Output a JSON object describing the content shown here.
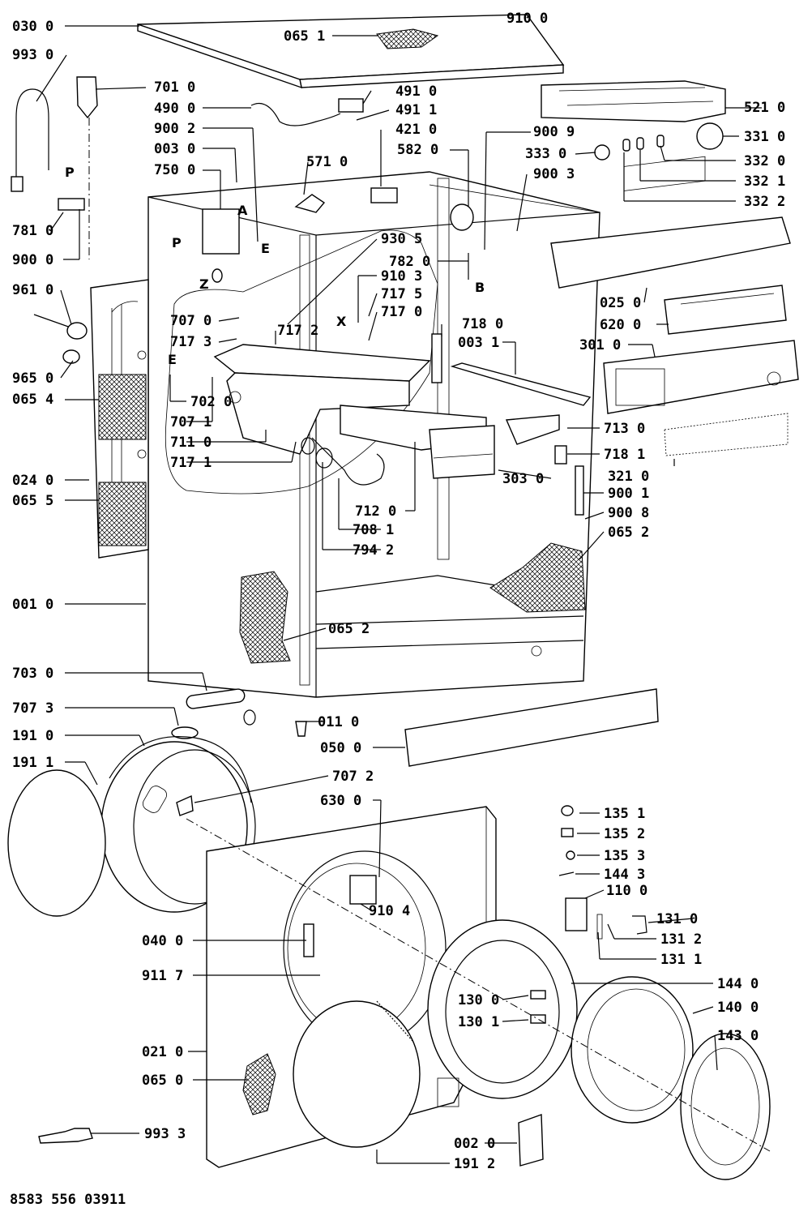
{
  "labels": [
    {
      "id": "030_0",
      "text": "030 0"
    },
    {
      "id": "993_0",
      "text": "993 0"
    },
    {
      "id": "065_1",
      "text": "065 1"
    },
    {
      "id": "910_0",
      "text": "910 0"
    },
    {
      "id": "701_0",
      "text": "701 0"
    },
    {
      "id": "490_0",
      "text": "490 0"
    },
    {
      "id": "900_2",
      "text": "900 2"
    },
    {
      "id": "003_0",
      "text": "003 0"
    },
    {
      "id": "750_0",
      "text": "750 0"
    },
    {
      "id": "571_0",
      "text": "571 0"
    },
    {
      "id": "491_0",
      "text": "491 0"
    },
    {
      "id": "491_1",
      "text": "491 1"
    },
    {
      "id": "421_0",
      "text": "421 0"
    },
    {
      "id": "582_0",
      "text": "582 0"
    },
    {
      "id": "900_9",
      "text": "900 9"
    },
    {
      "id": "521_0",
      "text": "521 0"
    },
    {
      "id": "331_0",
      "text": "331 0"
    },
    {
      "id": "333_0",
      "text": "333 0"
    },
    {
      "id": "332_0",
      "text": "332 0"
    },
    {
      "id": "900_3",
      "text": "900 3"
    },
    {
      "id": "332_1",
      "text": "332 1"
    },
    {
      "id": "332_2",
      "text": "332 2"
    },
    {
      "id": "781_0",
      "text": "781 0"
    },
    {
      "id": "900_0",
      "text": "900 0"
    },
    {
      "id": "930_5",
      "text": "930 5"
    },
    {
      "id": "782_0",
      "text": "782 0"
    },
    {
      "id": "910_3",
      "text": "910 3"
    },
    {
      "id": "717_5",
      "text": "717 5"
    },
    {
      "id": "717_0",
      "text": "717 0"
    },
    {
      "id": "961_0",
      "text": "961 0"
    },
    {
      "id": "707_0",
      "text": "707 0"
    },
    {
      "id": "717_3",
      "text": "717 3"
    },
    {
      "id": "717_2",
      "text": "717 2"
    },
    {
      "id": "718_0",
      "text": "718 0"
    },
    {
      "id": "003_1",
      "text": "003 1"
    },
    {
      "id": "025_0",
      "text": "025 0"
    },
    {
      "id": "620_0",
      "text": "620 0"
    },
    {
      "id": "301_0",
      "text": "301 0"
    },
    {
      "id": "965_0",
      "text": "965 0"
    },
    {
      "id": "065_4",
      "text": "065 4"
    },
    {
      "id": "702_0",
      "text": "702 0"
    },
    {
      "id": "707_1",
      "text": "707 1"
    },
    {
      "id": "711_0",
      "text": "711 0"
    },
    {
      "id": "717_1",
      "text": "717 1"
    },
    {
      "id": "713_0",
      "text": "713 0"
    },
    {
      "id": "718_1",
      "text": "718 1"
    },
    {
      "id": "024_0",
      "text": "024 0"
    },
    {
      "id": "065_5",
      "text": "065 5"
    },
    {
      "id": "303_0",
      "text": "303 0"
    },
    {
      "id": "321_0",
      "text": "321 0"
    },
    {
      "id": "900_1",
      "text": "900 1"
    },
    {
      "id": "900_8",
      "text": "900 8"
    },
    {
      "id": "712_0",
      "text": "712 0"
    },
    {
      "id": "065_2a",
      "text": "065 2"
    },
    {
      "id": "708_1",
      "text": "708 1"
    },
    {
      "id": "794_2",
      "text": "794 2"
    },
    {
      "id": "001_0",
      "text": "001 0"
    },
    {
      "id": "065_2b",
      "text": "065 2"
    },
    {
      "id": "703_0",
      "text": "703 0"
    },
    {
      "id": "707_3",
      "text": "707 3"
    },
    {
      "id": "011_0",
      "text": "011 0"
    },
    {
      "id": "191_0",
      "text": "191 0"
    },
    {
      "id": "050_0",
      "text": "050 0"
    },
    {
      "id": "191_1",
      "text": "191 1"
    },
    {
      "id": "707_2",
      "text": "707 2"
    },
    {
      "id": "630_0",
      "text": "630 0"
    },
    {
      "id": "135_1",
      "text": "135 1"
    },
    {
      "id": "135_2",
      "text": "135 2"
    },
    {
      "id": "135_3",
      "text": "135 3"
    },
    {
      "id": "144_3",
      "text": "144 3"
    },
    {
      "id": "110_0",
      "text": "110 0"
    },
    {
      "id": "910_4",
      "text": "910 4"
    },
    {
      "id": "131_0",
      "text": "131 0"
    },
    {
      "id": "040_0",
      "text": "040 0"
    },
    {
      "id": "131_2",
      "text": "131 2"
    },
    {
      "id": "131_1",
      "text": "131 1"
    },
    {
      "id": "911_7",
      "text": "911 7"
    },
    {
      "id": "144_0",
      "text": "144 0"
    },
    {
      "id": "130_0",
      "text": "130 0"
    },
    {
      "id": "140_0",
      "text": "140 0"
    },
    {
      "id": "130_1",
      "text": "130 1"
    },
    {
      "id": "021_0",
      "text": "021 0"
    },
    {
      "id": "143_0",
      "text": "143 0"
    },
    {
      "id": "065_0",
      "text": "065 0"
    },
    {
      "id": "993_3",
      "text": "993 3"
    },
    {
      "id": "002_0",
      "text": "002 0"
    },
    {
      "id": "191_2",
      "text": "191 2"
    }
  ],
  "letters": [
    {
      "id": "P1",
      "text": "P"
    },
    {
      "id": "A",
      "text": "A"
    },
    {
      "id": "P2",
      "text": "P"
    },
    {
      "id": "E1",
      "text": "E"
    },
    {
      "id": "Z",
      "text": "Z"
    },
    {
      "id": "B",
      "text": "B"
    },
    {
      "id": "X",
      "text": "X"
    },
    {
      "id": "E2",
      "text": "E"
    }
  ],
  "footer": {
    "code": "8583 556 03911"
  }
}
